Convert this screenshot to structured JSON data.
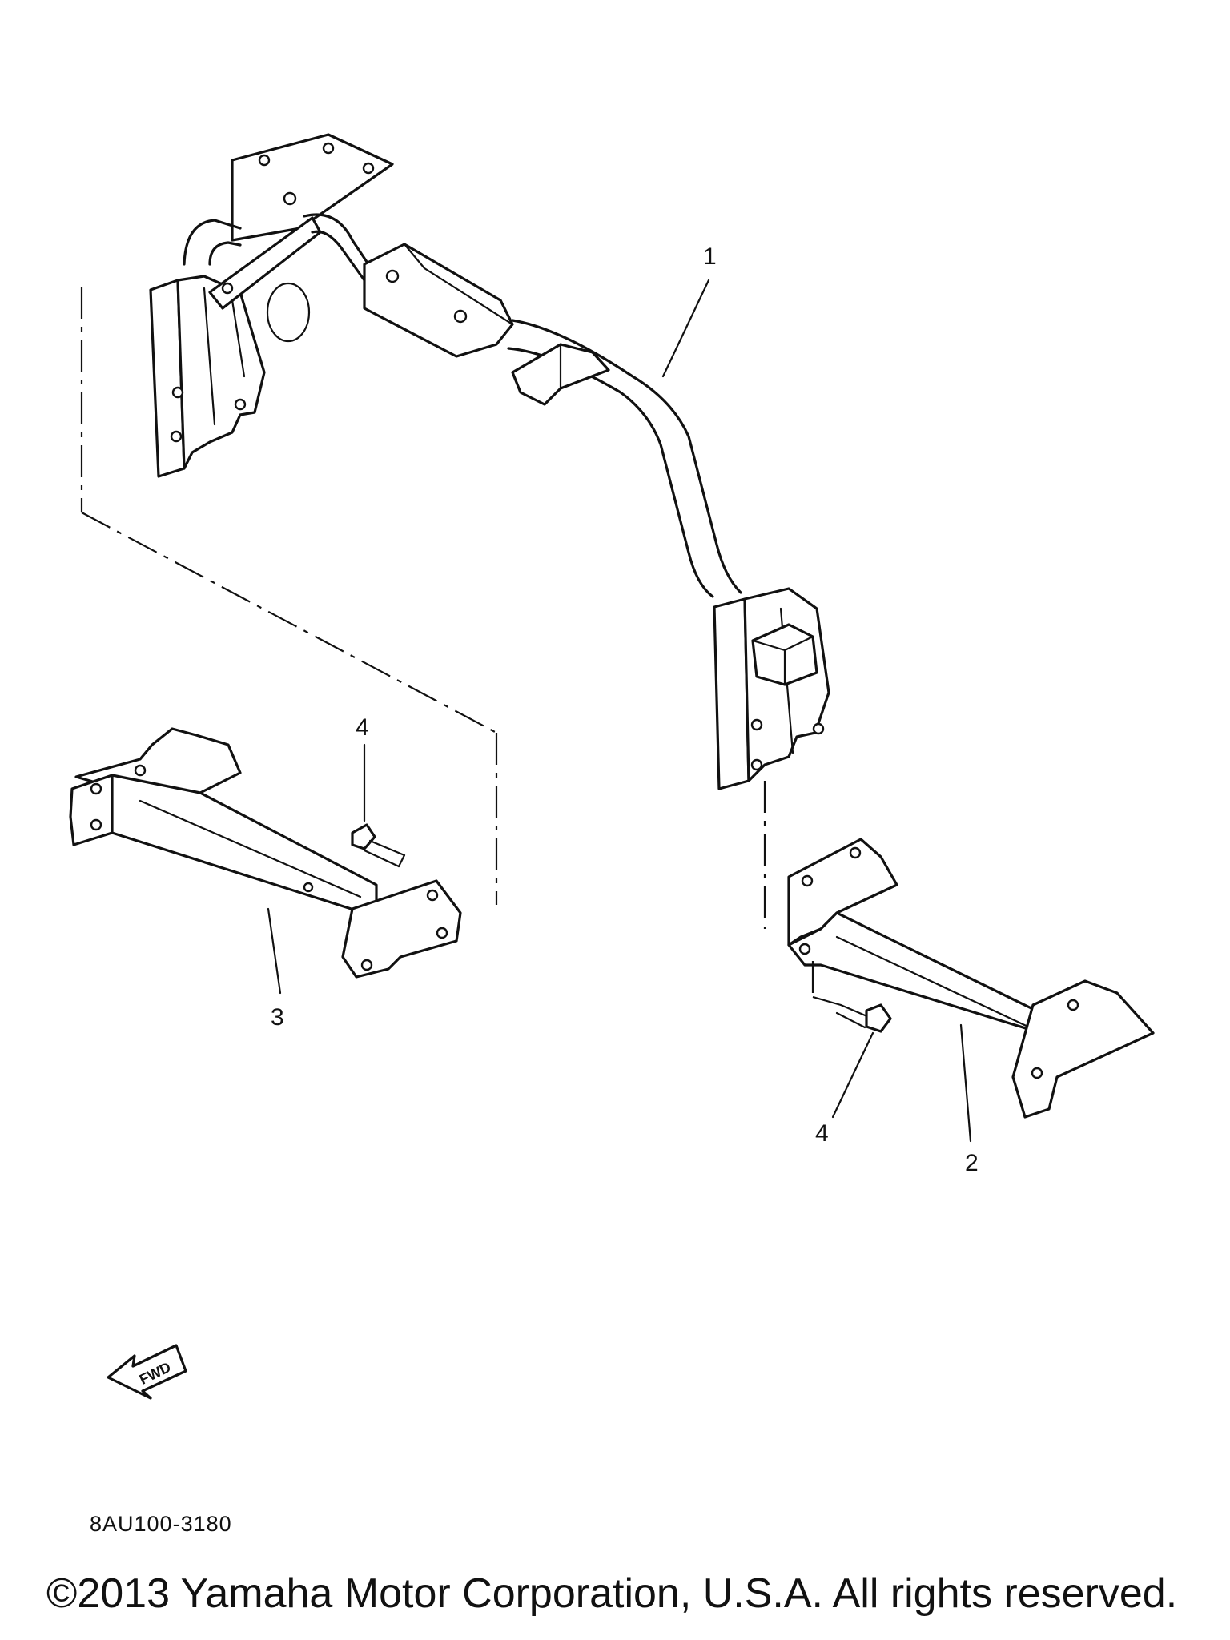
{
  "callouts": [
    {
      "id": "1",
      "label": "1"
    },
    {
      "id": "2",
      "label": "2"
    },
    {
      "id": "3",
      "label": "3"
    },
    {
      "id": "4a",
      "label": "4"
    },
    {
      "id": "4b",
      "label": "4"
    }
  ],
  "fwd_label": "FWD",
  "diagram_code": "8AU100-3180",
  "copyright": "©2013 Yamaha Motor Corporation, U.S.A. All rights reserved."
}
